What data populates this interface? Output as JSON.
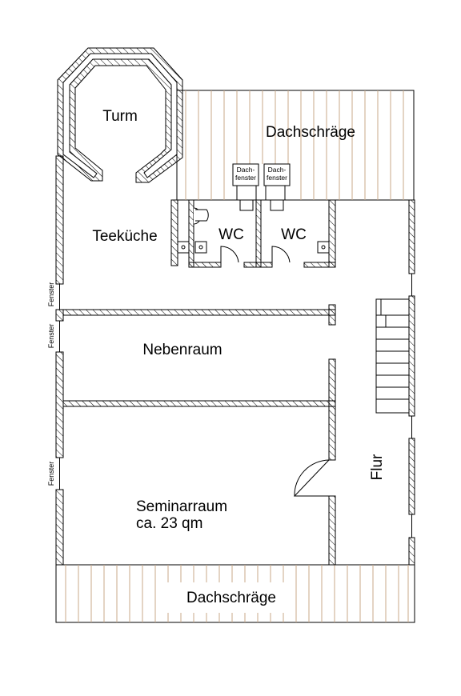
{
  "rooms": {
    "turm": "Turm",
    "dachschraege_top": "Dachschräge",
    "dachfenster_1_line1": "Dach-",
    "dachfenster_1_line2": "fenster",
    "dachfenster_2_line1": "Dach-",
    "dachfenster_2_line2": "fenster",
    "teekueche": "Teeküche",
    "wc_left": "WC",
    "wc_right": "WC",
    "nebenraum": "Nebenraum",
    "seminarraum_line1": "Seminarraum",
    "seminarraum_line2": "ca. 23 qm",
    "flur": "Flur",
    "dachschraege_bottom": "Dachschräge"
  },
  "windows": {
    "fenster_1": "Fenster",
    "fenster_2": "Fenster",
    "fenster_3": "Fenster"
  },
  "colors": {
    "wall": "#000000",
    "hatch": "#000000",
    "roof_slope_line": "#c8a98a"
  }
}
